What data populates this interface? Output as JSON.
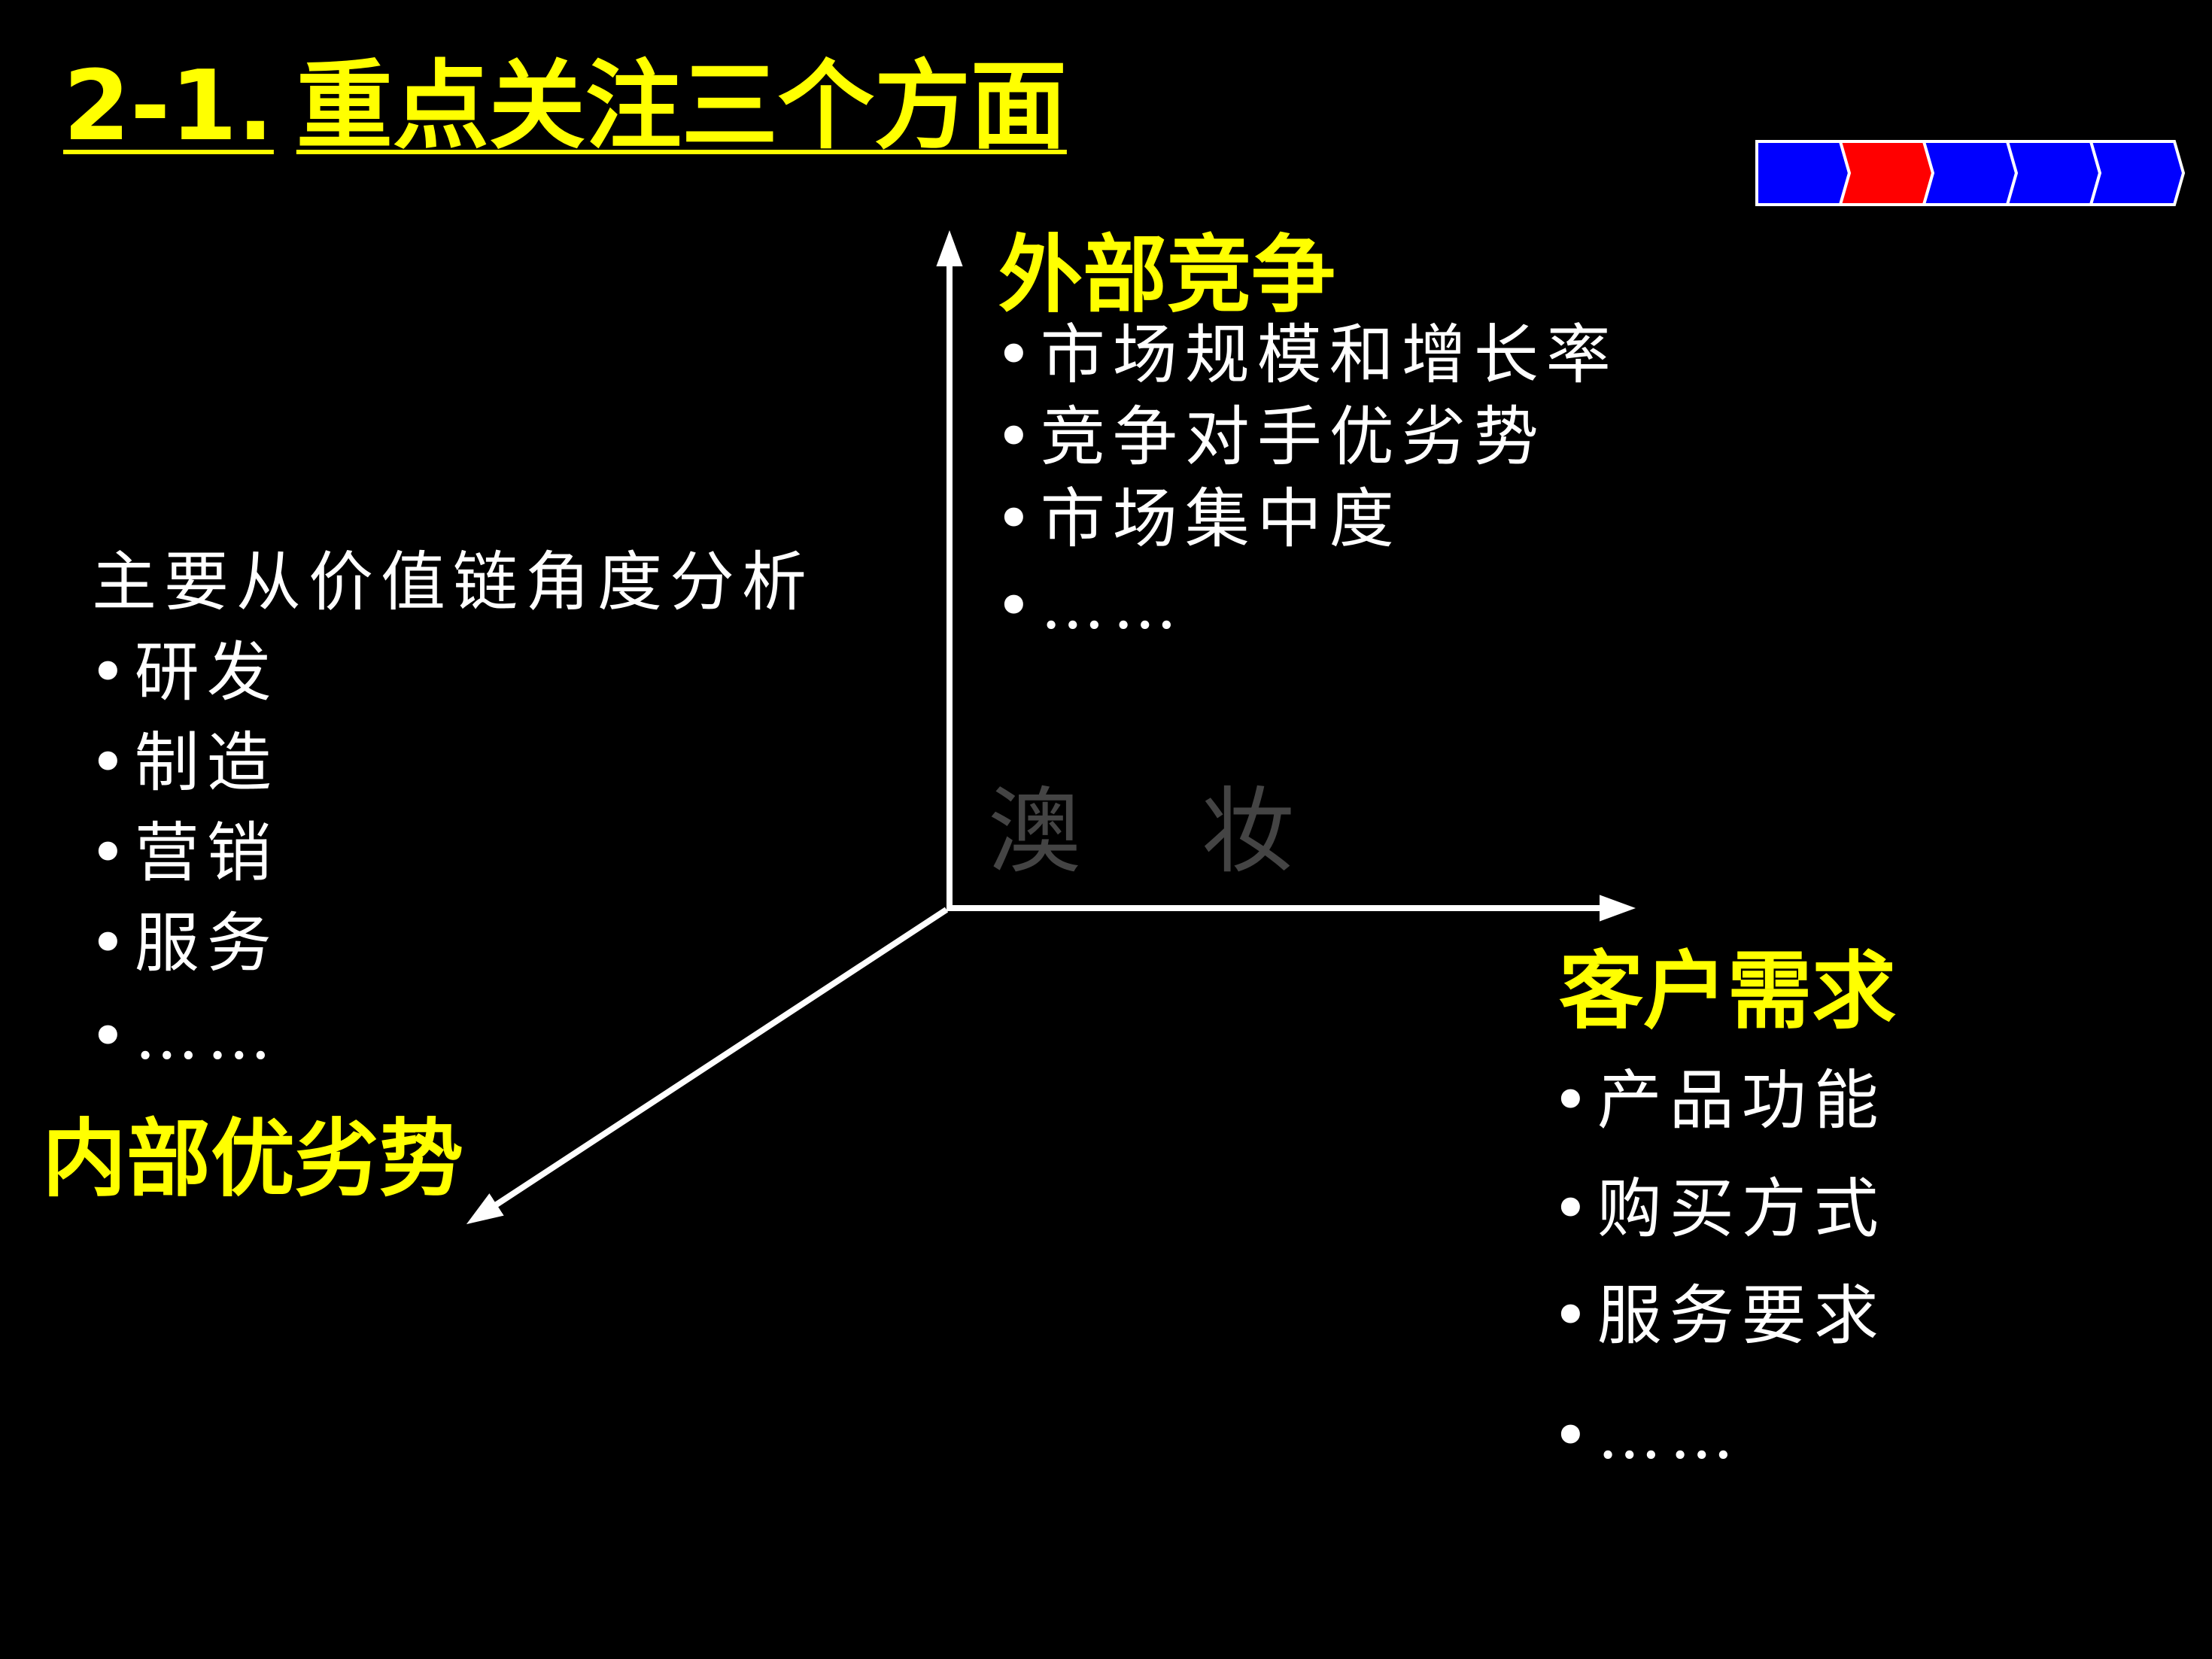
{
  "title": {
    "number": "2-1.",
    "text": "重点关注三个方面"
  },
  "progress": {
    "steps": 5,
    "current_step": 2,
    "colors": {
      "inactive": "#0000FF",
      "active": "#FF0000",
      "border": "#FFFFFF"
    }
  },
  "external": {
    "heading": "外部竞争",
    "items": [
      "•市场规模和增长率",
      "•竞争对手优劣势",
      "•市场集中度",
      "•……"
    ]
  },
  "internal": {
    "intro": "主要从价值链角度分析",
    "items": [
      "•研发",
      "•制造",
      "•营销",
      "•服务",
      "•……"
    ],
    "heading": "内部优劣势"
  },
  "customer": {
    "heading": "客户需求",
    "items": [
      "•产品功能",
      "•购买方式",
      "•服务要求",
      "•……"
    ]
  },
  "watermark": "澳 妆",
  "colors": {
    "heading": "#FFFF00",
    "text": "#FFFFFF",
    "background": "#000000"
  }
}
